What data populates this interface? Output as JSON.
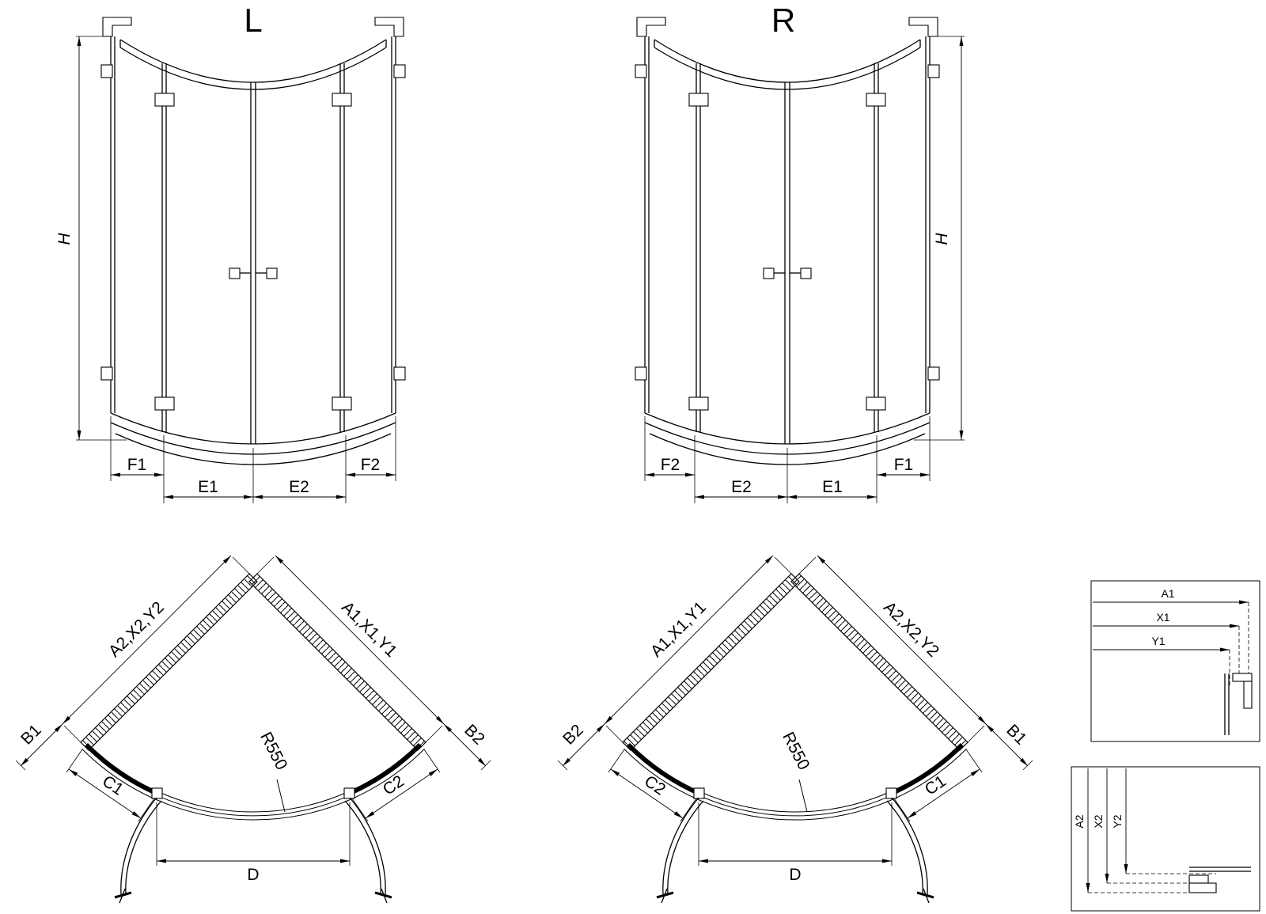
{
  "front_left": {
    "title": "L",
    "height": "H",
    "f1": "F1",
    "e1": "E1",
    "e2": "E2",
    "f2": "F2"
  },
  "front_right": {
    "title": "R",
    "height": "H",
    "f1": "F1",
    "e1": "E1",
    "e2": "E2",
    "f2": "F2"
  },
  "plan_left": {
    "wall_left": "A2,X2,Y2",
    "wall_right": "A1,X1,Y1",
    "ext_left": "B1",
    "ext_right": "B2",
    "panel_left": "C1",
    "panel_right": "C2",
    "radius": "R550",
    "width": "D"
  },
  "plan_right": {
    "wall_left": "A1,X1,Y1",
    "wall_right": "A2,X2,Y2",
    "ext_left": "B2",
    "ext_right": "B1",
    "panel_left": "C2",
    "panel_right": "C1",
    "radius": "R550",
    "width": "D"
  },
  "detail_top": {
    "labels": [
      "A1",
      "X1",
      "Y1"
    ]
  },
  "detail_bottom": {
    "labels": [
      "A2",
      "X2",
      "Y2"
    ]
  },
  "colors": {
    "line": "#000000",
    "background": "#ffffff"
  }
}
